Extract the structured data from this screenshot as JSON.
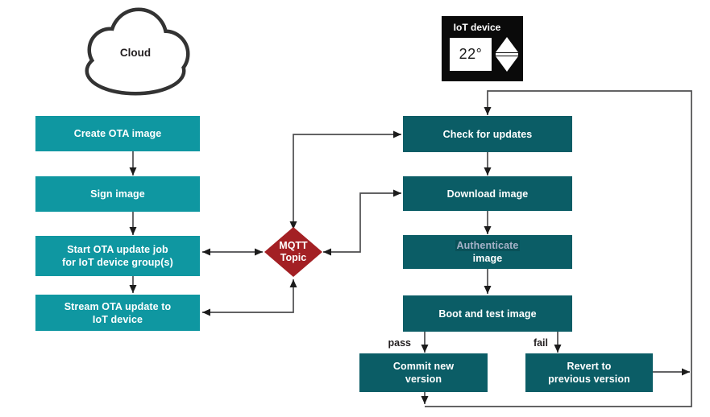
{
  "palette": {
    "cloud_step_fill": "#0F97A1",
    "device_step_fill": "#0B5D66",
    "broker_fill": "#A32024",
    "line_color": "#4D4D4F",
    "arrowhead_color": "#1C1C1C",
    "label_color": "#231F20",
    "cloud_outline": "#333333",
    "auth_word_color": "#A6B2C8"
  },
  "cloud": {
    "icon": "cloud-icon",
    "label": "Cloud"
  },
  "iot_device": {
    "label": "IoT device",
    "temperature": "22°",
    "up_icon": "triangle-up-icon",
    "down_icon": "triangle-down-icon"
  },
  "cloud_steps": [
    {
      "label": "Create OTA image"
    },
    {
      "label": "Sign image"
    },
    {
      "label": "Start OTA update job\nfor IoT device group(s)"
    },
    {
      "label": "Stream OTA update to\nIoT device"
    }
  ],
  "broker": {
    "label": "MQTT\nTopic"
  },
  "device_steps": [
    {
      "label": "Check for updates"
    },
    {
      "label": "Download image"
    },
    {
      "label_highlight": "Authenticate",
      "label_rest": "image"
    },
    {
      "label": "Boot and test image"
    }
  ],
  "outcomes": {
    "pass_label": "pass",
    "fail_label": "fail",
    "pass_step": {
      "label": "Commit new\nversion"
    },
    "fail_step": {
      "label": "Revert to\nprevious version"
    }
  }
}
